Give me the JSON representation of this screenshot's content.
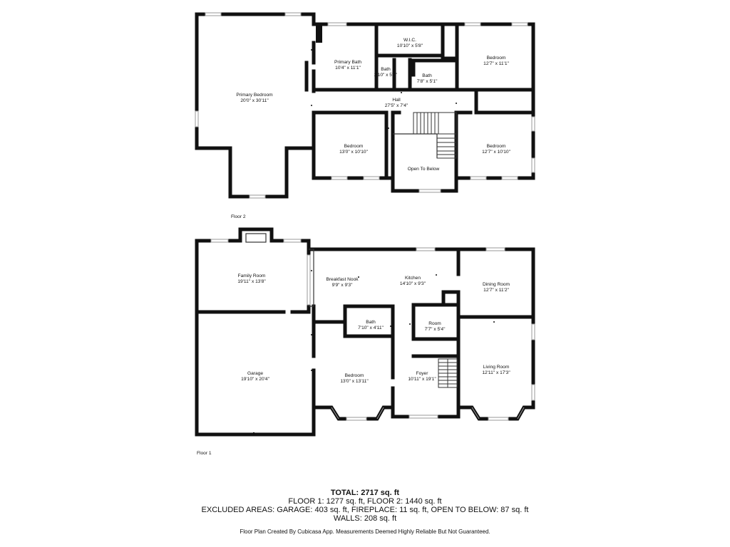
{
  "floors": [
    {
      "id": "floor2",
      "label": "Floor 2"
    },
    {
      "id": "floor1",
      "label": "Floor 1"
    }
  ],
  "rooms": [
    {
      "id": "primary-bedroom",
      "name": "Primary Bedroom",
      "dims": "20'0\" x 30'11\""
    },
    {
      "id": "primary-bath",
      "name": "Primary Bath",
      "dims": "10'4\" x 11'1\""
    },
    {
      "id": "wic",
      "name": "W.I.C.",
      "dims": "10'10\" x 5'8\""
    },
    {
      "id": "bath-small-2",
      "name": "Bath",
      "dims": "2'10\" x 5'4\""
    },
    {
      "id": "bath-upper",
      "name": "Bath",
      "dims": "7'8\" x 5'1\""
    },
    {
      "id": "bedroom-ne",
      "name": "Bedroom",
      "dims": "12'7\" x 11'1\""
    },
    {
      "id": "hall",
      "name": "Hall",
      "dims": "27'5\" x 7'4\""
    },
    {
      "id": "bedroom-2-center",
      "name": "Bedroom",
      "dims": "13'0\" x 10'10\""
    },
    {
      "id": "open-to-below",
      "name": "Open To Below",
      "dims": ""
    },
    {
      "id": "bedroom-se",
      "name": "Bedroom",
      "dims": "12'7\" x 10'10\""
    },
    {
      "id": "family-room",
      "name": "Family Room",
      "dims": "19'11\" x 13'8\""
    },
    {
      "id": "breakfast-nook",
      "name": "Breakfast Nook",
      "dims": "9'9\" x 9'3\""
    },
    {
      "id": "kitchen",
      "name": "Kitchen",
      "dims": "14'10\" x 9'3\""
    },
    {
      "id": "dining-room",
      "name": "Dining Room",
      "dims": "12'7\" x 11'2\""
    },
    {
      "id": "garage",
      "name": "Garage",
      "dims": "19'10\" x 20'4\""
    },
    {
      "id": "bath-lower",
      "name": "Bath",
      "dims": "7'10\" x 4'11\""
    },
    {
      "id": "room",
      "name": "Room",
      "dims": "7'7\" x 5'4\""
    },
    {
      "id": "bedroom-lower",
      "name": "Bedroom",
      "dims": "13'0\" x 13'11\""
    },
    {
      "id": "foyer",
      "name": "Foyer",
      "dims": "10'11\" x 19'1\""
    },
    {
      "id": "living-room",
      "name": "Living Room",
      "dims": "12'11\" x 17'3\""
    }
  ],
  "summary": {
    "total": "TOTAL: 2717 sq. ft",
    "floors": "FLOOR 1: 1277 sq. ft, FLOOR 2: 1440 sq. ft",
    "excluded": "EXCLUDED AREAS: GARAGE: 403 sq. ft, FIREPLACE: 11 sq. ft, OPEN TO BELOW: 87 sq. ft",
    "walls": "WALLS: 208 sq. ft"
  },
  "footnote": "Floor Plan Created By Cubicasa App. Measurements Deemed Highly Reliable But Not Guaranteed."
}
